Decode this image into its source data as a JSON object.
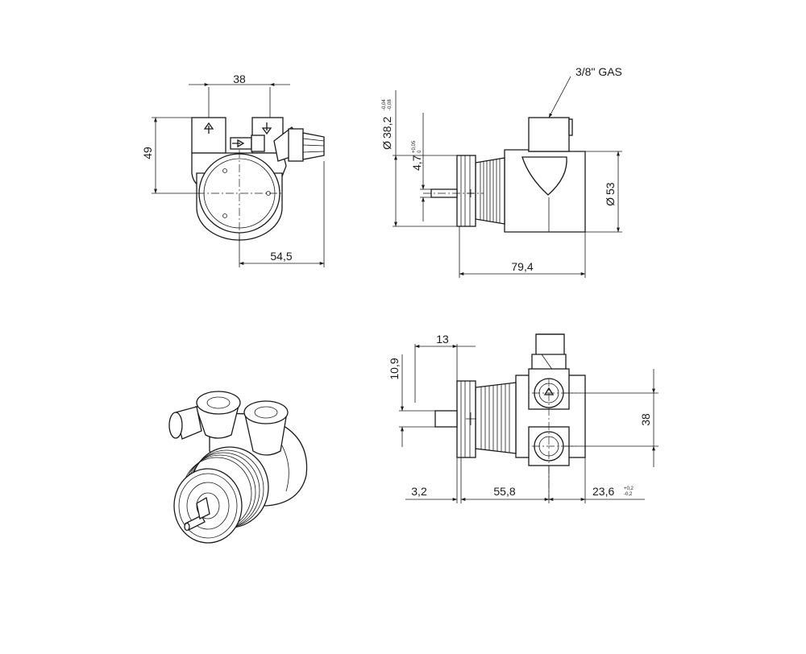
{
  "dimensions": {
    "top_width": "38",
    "top_height": "49",
    "top_offset": "54,5",
    "thread": "3/8\" GAS",
    "bore_diameter": "38,2",
    "bore_tol_upper": "-0,04",
    "bore_tol_lower": "-0,08",
    "shaft_height": "4,7",
    "shaft_tol_upper": "+0,05",
    "shaft_tol_lower": "0",
    "body_diameter": "53",
    "body_length": "79,4",
    "shaft_length": "13",
    "shaft_offset": "10,9",
    "port_spacing": "38",
    "flange_thickness": "3,2",
    "port_position": "55,8",
    "port_depth": "23,6",
    "port_tol_upper": "+0,2",
    "port_tol_lower": "-0,2"
  },
  "symbols": {
    "diameter": "Ø"
  },
  "icons": [
    "arrow-up-icon",
    "arrow-down-icon",
    "arrow-right-icon"
  ]
}
